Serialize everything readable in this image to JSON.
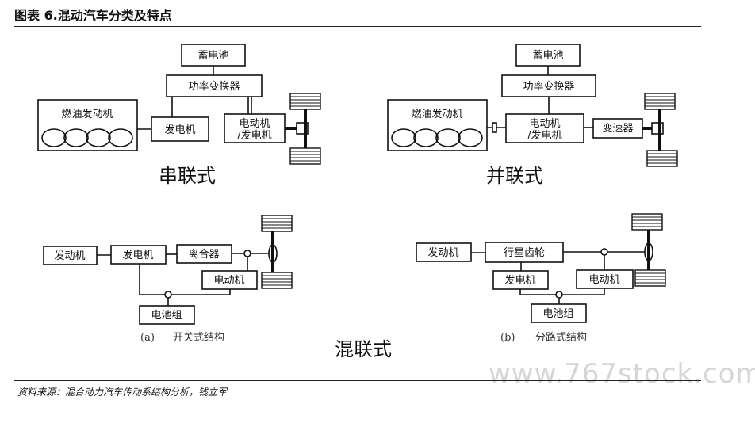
{
  "header": {
    "title": "图表 6.混动汽车分类及特点"
  },
  "diagram": {
    "series_hybrid": {
      "battery": "蓄电池",
      "converter": "功率变换器",
      "engine": "燃油发动机",
      "generator": "发电机",
      "motor_line1": "电动机",
      "motor_line2": "/发电机",
      "title": "串联式"
    },
    "parallel_hybrid": {
      "battery": "蓄电池",
      "converter": "功率变换器",
      "engine": "燃油发动机",
      "motor_line1": "电动机",
      "motor_line2": "/发电机",
      "transmission": "变速器",
      "title": "并联式"
    },
    "mixed_a": {
      "engine": "发动机",
      "generator": "发电机",
      "clutch": "离合器",
      "motor": "电动机",
      "battery_pack": "电池组",
      "caption_letter": "(a)",
      "caption": "开关式结构"
    },
    "mixed_b": {
      "engine": "发动机",
      "planetary": "行星齿轮",
      "generator": "发电机",
      "motor": "电动机",
      "battery_pack": "电池组",
      "caption_letter": "(b)",
      "caption": "分路式结构"
    },
    "mixed_title": "混联式"
  },
  "footer": {
    "source": "资料来源：混合动力汽车传动系结构分析，钱立军",
    "watermark": "www.767stock.com"
  }
}
